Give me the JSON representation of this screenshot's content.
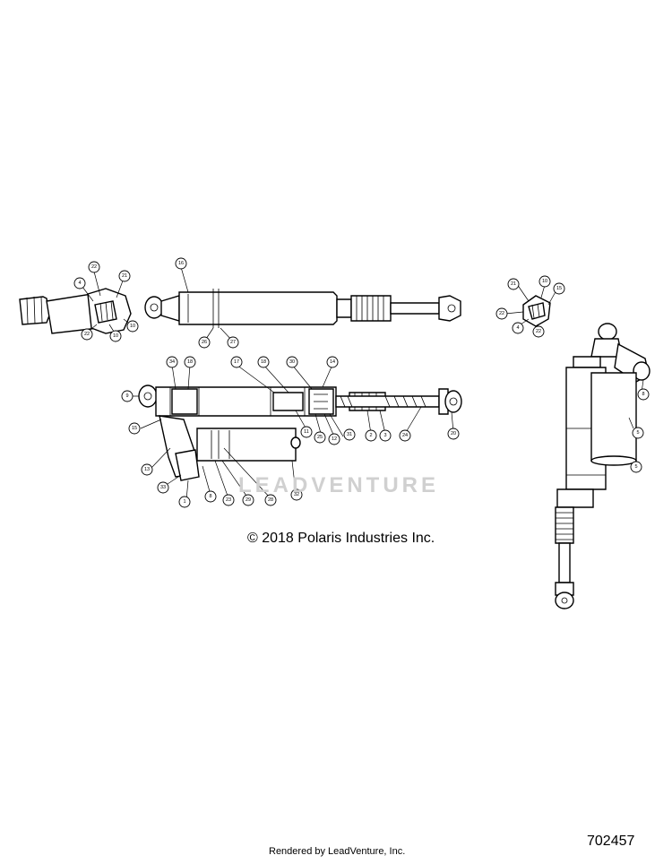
{
  "copyright": "© 2018 Polaris Industries Inc.",
  "watermark": "LEADVENTURE",
  "rendered_by": "Rendered by LeadVenture, Inc.",
  "diagram_id": "702457",
  "callouts": {
    "top_left_adjuster": [
      "22",
      "21",
      "4",
      "10",
      "22",
      "10"
    ],
    "main_shock": [
      "16",
      "26",
      "27"
    ],
    "exploded": [
      "9",
      "34",
      "18",
      "17",
      "18",
      "30",
      "14",
      "15",
      "11",
      "12",
      "31",
      "25",
      "2",
      "3",
      "24",
      "20",
      "13",
      "33",
      "1",
      "8",
      "23",
      "29",
      "28",
      "32"
    ],
    "top_right_adjuster": [
      "21",
      "10",
      "15",
      "22",
      "4",
      "22"
    ],
    "right_shock": [
      "8",
      "5",
      "5"
    ]
  }
}
